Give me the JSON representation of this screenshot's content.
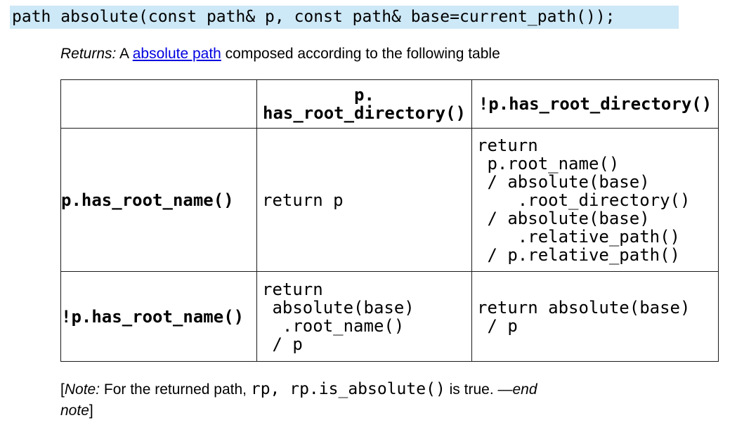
{
  "signature": {
    "code": "path absolute(const path& p, const path& base=current_path());"
  },
  "returns": {
    "label": "Returns:",
    "before_link": " A ",
    "link_text": "absolute path",
    "after_link": " composed according to the following table"
  },
  "table": {
    "col_headers": {
      "col2": "p.\nhas_root_directory()",
      "col3": "!p.has_root_directory()"
    },
    "rows": [
      {
        "row_header": "p.has_root_name()",
        "col2": "return p",
        "col3": "return\n p.root_name()\n / absolute(base)\n    .root_directory()\n / absolute(base)\n    .relative_path()\n / p.relative_path()"
      },
      {
        "row_header": "!p.has_root_name()",
        "col2": "return\n absolute(base)\n  .root_name()\n / p",
        "col3": "return absolute(base)\n / p"
      }
    ]
  },
  "note": {
    "bracket_open": "[",
    "label": "Note:",
    "text_before_code": " For the returned path, ",
    "code": "rp, rp.is_absolute()",
    "text_after_code": " is true. ",
    "end_dash": "—end",
    "end_word": "note",
    "bracket_close": "]"
  },
  "colors": {
    "signature_highlight": "#cde8f6",
    "link": "#0000e0",
    "table_border": "#1a1a1a"
  }
}
